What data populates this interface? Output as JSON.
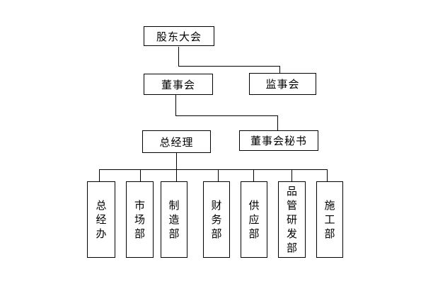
{
  "org_chart": {
    "type": "organization-chart",
    "level1": {
      "shareholders_meeting": "股东大会"
    },
    "level2": {
      "board_of_directors": "董事会",
      "supervisory_board": "监事会"
    },
    "level3": {
      "general_manager": "总经理",
      "board_secretary": "董事会秘书"
    },
    "departments": [
      {
        "label": "总经办"
      },
      {
        "label": "市场部"
      },
      {
        "label": "制造部"
      },
      {
        "label": "财务部"
      },
      {
        "label": "供应部"
      },
      {
        "label": "品管研发部"
      },
      {
        "label": "施工部"
      }
    ],
    "colors": {
      "background": "#ffffff",
      "box_border": "#000000",
      "line": "#000000",
      "text": "#000000"
    }
  }
}
